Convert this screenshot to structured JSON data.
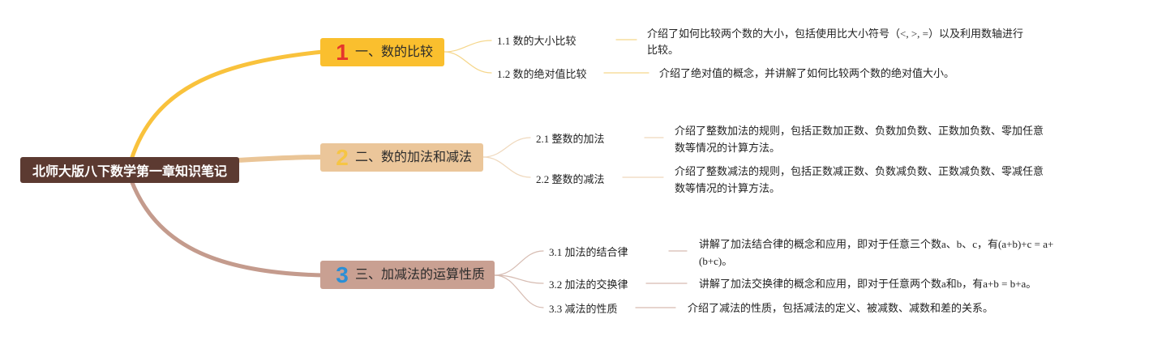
{
  "root": {
    "title": "北师大版八下数学第一章知识笔记",
    "bg_color": "#5C3A31",
    "text_color": "#FFFFFF"
  },
  "topics": [
    {
      "number": "1",
      "title": "一、数的比较",
      "node_color": "#FABF2E",
      "number_color": "#E5352C",
      "branch_color": "#F9C23C",
      "connector_color": "#F5D68A",
      "items": [
        {
          "label": "1.1 数的大小比较",
          "desc": [
            "介绍了如何比较两个数的大小，包括使用比大小符号（<, >, =）以及利用数轴进行",
            "比较。"
          ]
        },
        {
          "label": "1.2 数的绝对值比较",
          "desc": [
            "介绍了绝对值的概念，并讲解了如何比较两个数的绝对值大小。"
          ]
        }
      ]
    },
    {
      "number": "2",
      "title": "二、数的加法和减法",
      "node_color": "#EBC69A",
      "number_color": "#F6C544",
      "branch_color": "#EAC597",
      "connector_color": "#EFD8BC",
      "items": [
        {
          "label": "2.1 整数的加法",
          "desc": [
            "介绍了整数加法的规则，包括正数加正数、负数加负数、正数加负数、零加任意",
            "数等情况的计算方法。"
          ]
        },
        {
          "label": "2.2 整数的减法",
          "desc": [
            "介绍了整数减法的规则，包括正数减正数、负数减负数、正数减负数、零减任意",
            "数等情况的计算方法。"
          ]
        }
      ]
    },
    {
      "number": "3",
      "title": "三、加减法的运算性质",
      "node_color": "#C9A092",
      "number_color": "#2B8FD6",
      "branch_color": "#C49B8D",
      "connector_color": "#D6BBB1",
      "items": [
        {
          "label": "3.1 加法的结合律",
          "desc": [
            "讲解了加法结合律的概念和应用，即对于任意三个数a、b、c，有(a+b)+c = a+",
            "(b+c)。"
          ]
        },
        {
          "label": "3.2 加法的交换律",
          "desc": [
            "讲解了加法交换律的概念和应用，即对于任意两个数a和b，有a+b = b+a。"
          ]
        },
        {
          "label": "3.3 减法的性质",
          "desc": [
            "介绍了减法的性质，包括减法的定义、被减数、减数和差的关系。"
          ]
        }
      ]
    }
  ]
}
